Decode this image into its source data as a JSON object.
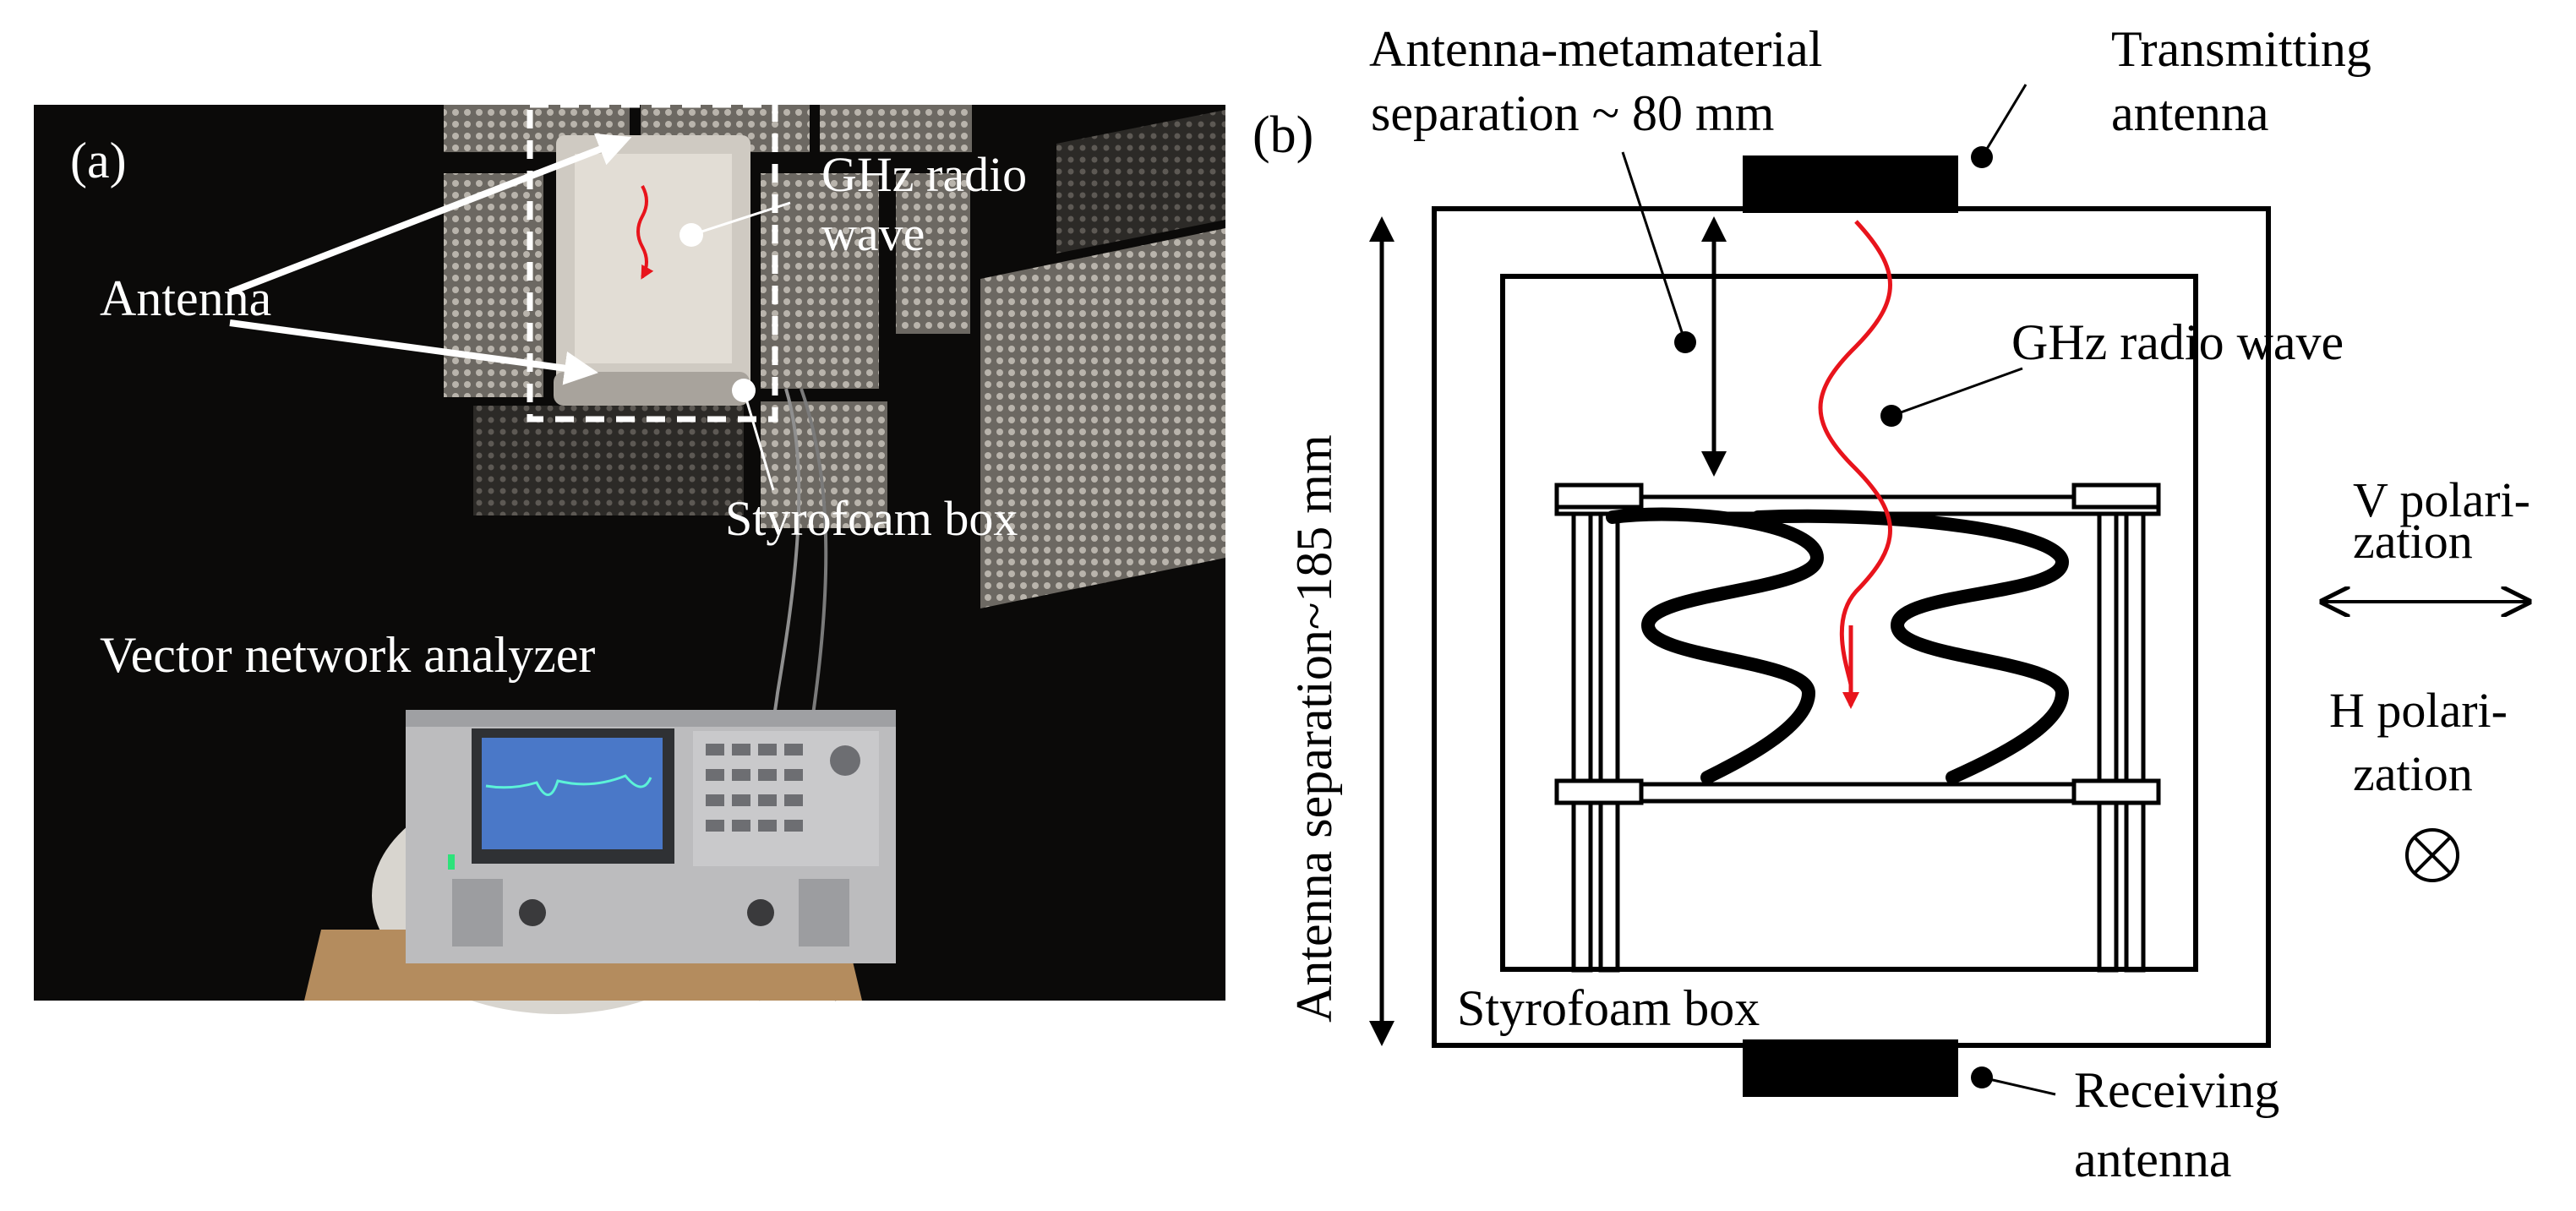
{
  "panel_a": {
    "label": "(a)",
    "antenna_label": "Antenna",
    "wave_label_line1": "GHz radio",
    "wave_label_line2": "wave",
    "box_label": "Styrofoam box",
    "vna_label": "Vector network analyzer"
  },
  "panel_b": {
    "label": "(b)",
    "separation_line1": "Antenna-metamaterial",
    "separation_line2": "separation ~ 80 mm",
    "tx_line1": "Transmitting",
    "tx_line2": "antenna",
    "wave_label": "GHz radio wave",
    "vertical_label": "Antenna separation~185 mm",
    "v_pol_line1": "V polari-",
    "v_pol_line2": "zation",
    "h_pol_line1": "H polari-",
    "h_pol_line2": "zation",
    "box_label": "Styrofoam box",
    "rx_line1": "Receiving",
    "rx_line2": "antenna"
  },
  "colors": {
    "wave": "#e8141c",
    "ink": "#000000",
    "photo_bg": "#0b0a09",
    "foam": "#8f8a83"
  }
}
